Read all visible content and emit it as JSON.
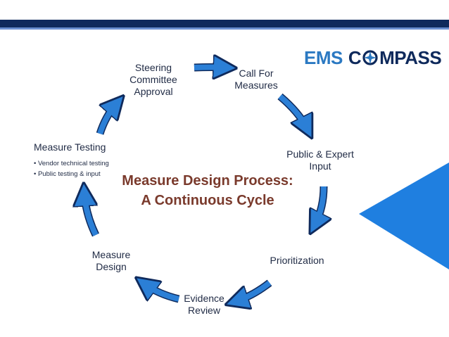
{
  "header": {
    "dark_color": "#0f2a5c",
    "light_color": "#6a8fcf"
  },
  "logo": {
    "part1": "EMS",
    "part2_pre": "C",
    "part2_post": "MPASS",
    "color1": "#2b79c2",
    "color2": "#0f2a5c"
  },
  "center": {
    "line1": "Measure Design Process:",
    "line2": "A Continuous Cycle",
    "color": "#7a3a2c"
  },
  "nodes": {
    "steering": {
      "line1": "Steering",
      "line2": "Committee",
      "line3": "Approval"
    },
    "call": {
      "line1": "Call For",
      "line2": "Measures"
    },
    "public": {
      "line1": "Public & Expert",
      "line2": "Input"
    },
    "prioritization": {
      "line1": "Prioritization"
    },
    "evidence": {
      "line1": "Evidence",
      "line2": "Review"
    },
    "design": {
      "line1": "Measure",
      "line2": "Design"
    },
    "testing": {
      "line1": "Measure Testing"
    }
  },
  "testing_bullets": [
    "• Vendor technical testing",
    "• Public testing & input"
  ],
  "arrow_color": "#2b7fd6",
  "arrow_outline": "#0f2a5c",
  "triangle_color": "#1f7fe0"
}
